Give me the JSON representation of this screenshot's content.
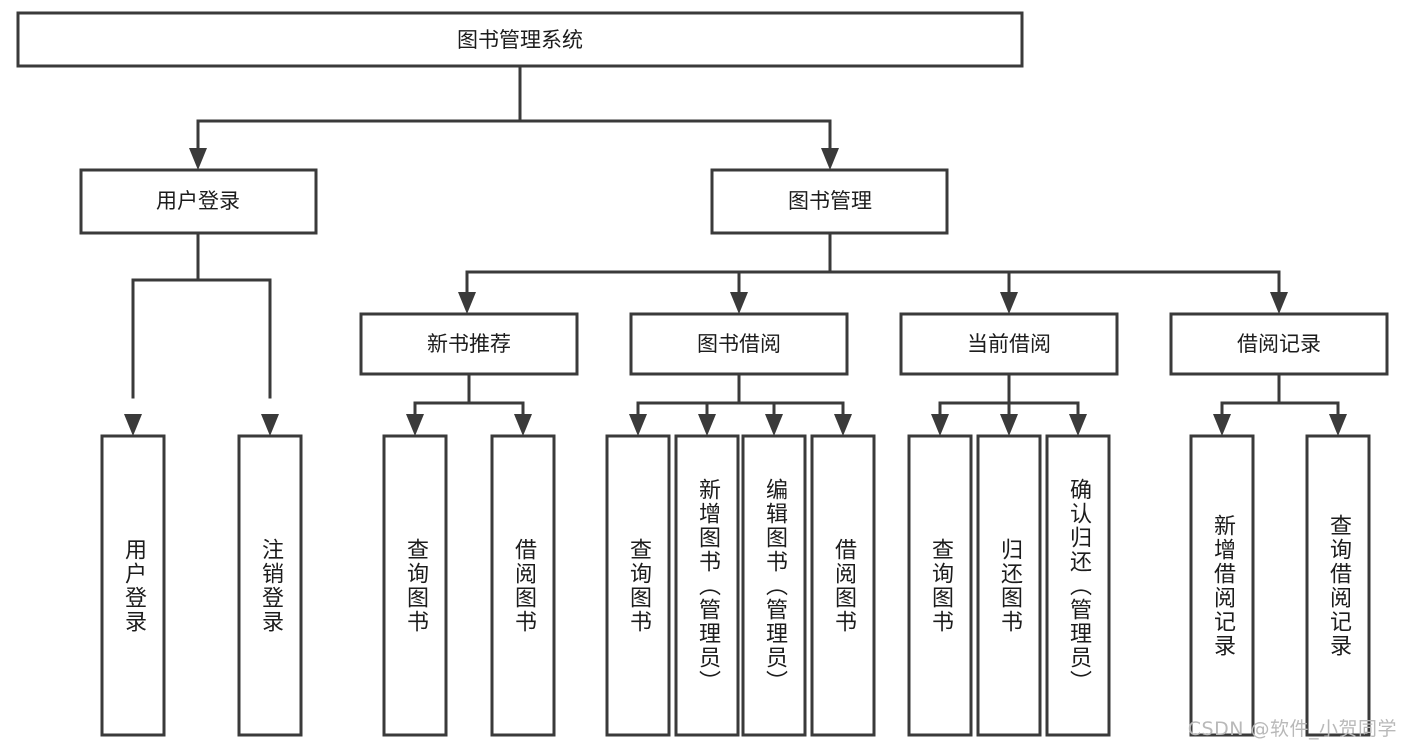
{
  "diagram": {
    "title": "图书管理系统",
    "type": "tree-hierarchy-chart",
    "watermark": "CSDN @软件_小贺同学",
    "colors": {
      "stroke": "#3a3a3a",
      "fill": "#ffffff",
      "text": "#1c1c1c",
      "watermark": "#b9b9b9"
    },
    "levels": {
      "root": {
        "label": "图书管理系统"
      },
      "level2": [
        {
          "id": "user-login",
          "label": "用户登录"
        },
        {
          "id": "book-manage",
          "label": "图书管理"
        }
      ],
      "level3": [
        {
          "id": "new-book-recommend",
          "label": "新书推荐",
          "parent": "book-manage"
        },
        {
          "id": "book-borrow",
          "label": "图书借阅",
          "parent": "book-manage"
        },
        {
          "id": "current-borrow",
          "label": "当前借阅",
          "parent": "book-manage"
        },
        {
          "id": "borrow-record",
          "label": "借阅记录",
          "parent": "book-manage"
        }
      ],
      "leaves": [
        {
          "id": "leaf-user-login",
          "label": "用户登录",
          "parent": "user-login"
        },
        {
          "id": "leaf-logout-login",
          "label": "注销登录",
          "parent": "user-login"
        },
        {
          "id": "leaf-query-book-1",
          "label": "查询图书",
          "parent": "new-book-recommend"
        },
        {
          "id": "leaf-borrow-book-1",
          "label": "借阅图书",
          "parent": "new-book-recommend"
        },
        {
          "id": "leaf-query-book-2",
          "label": "查询图书",
          "parent": "book-borrow"
        },
        {
          "id": "leaf-add-book",
          "label": "新增图书（管理员）",
          "parent": "book-borrow"
        },
        {
          "id": "leaf-edit-book",
          "label": "编辑图书（管理员）",
          "parent": "book-borrow"
        },
        {
          "id": "leaf-borrow-book-2",
          "label": "借阅图书",
          "parent": "book-borrow"
        },
        {
          "id": "leaf-query-book-3",
          "label": "查询图书",
          "parent": "current-borrow"
        },
        {
          "id": "leaf-return-book",
          "label": "归还图书",
          "parent": "current-borrow"
        },
        {
          "id": "leaf-confirm-return",
          "label": "确认归还（管理员）",
          "parent": "current-borrow"
        },
        {
          "id": "leaf-add-record",
          "label": "新增借阅记录",
          "parent": "borrow-record"
        },
        {
          "id": "leaf-query-record",
          "label": "查询借阅记录",
          "parent": "borrow-record"
        }
      ]
    }
  }
}
